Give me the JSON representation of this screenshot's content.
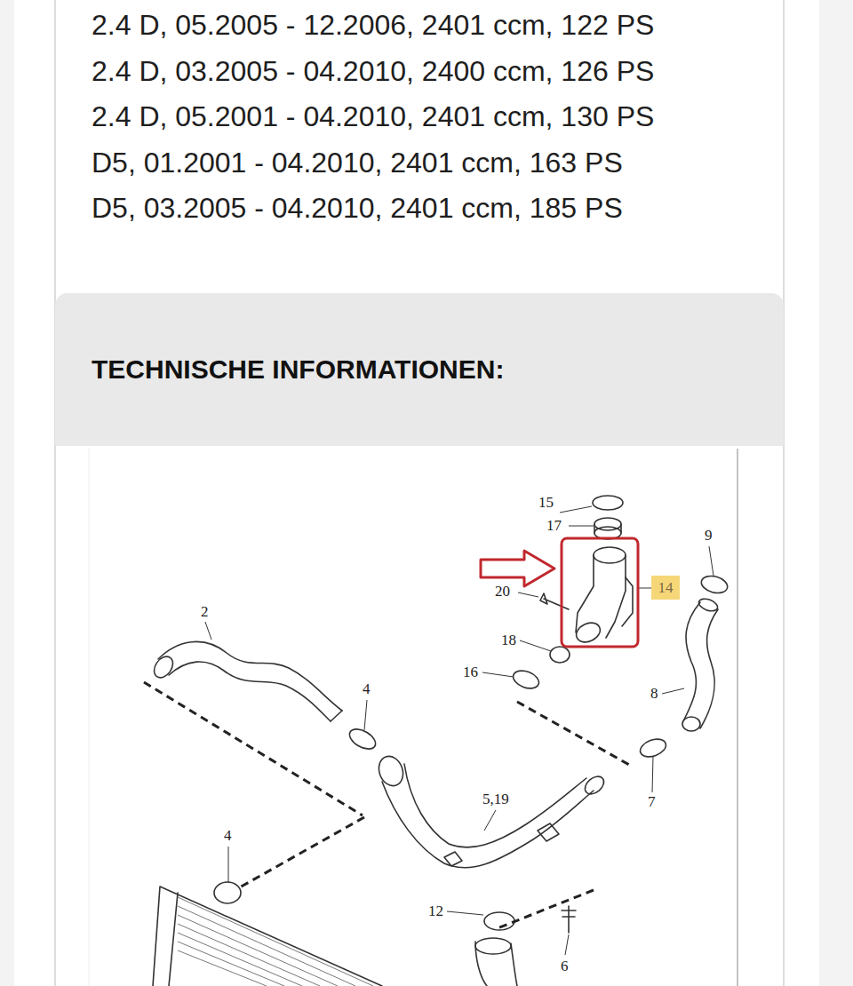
{
  "diagram": {
    "nodes": [
      {
        "text": [
          "TECHNISCHE INFORMATIONEN:"
        ]
      },
      {
        "text": [
          "14"
        ]
      }
    ],
    "labels": [
      "2.4 D, 05.2005 - 12.2006, 2401 ccm, 122 PS",
      "2.4 D, 03.2005 - 04.2010, 2400 ccm, 126 PS",
      "2.4 D, 05.2001 - 04.2010, 2401 ccm, 130 PS",
      "D5, 01.2001 - 04.2010, 2401 ccm, 163 PS",
      "D5, 03.2005 - 04.2010, 2401 ccm, 185 PS",
      "15",
      "17",
      "9",
      "20",
      "2",
      "18",
      "16",
      "4",
      "8",
      "5,19",
      "7",
      "4",
      "12",
      "6"
    ]
  }
}
